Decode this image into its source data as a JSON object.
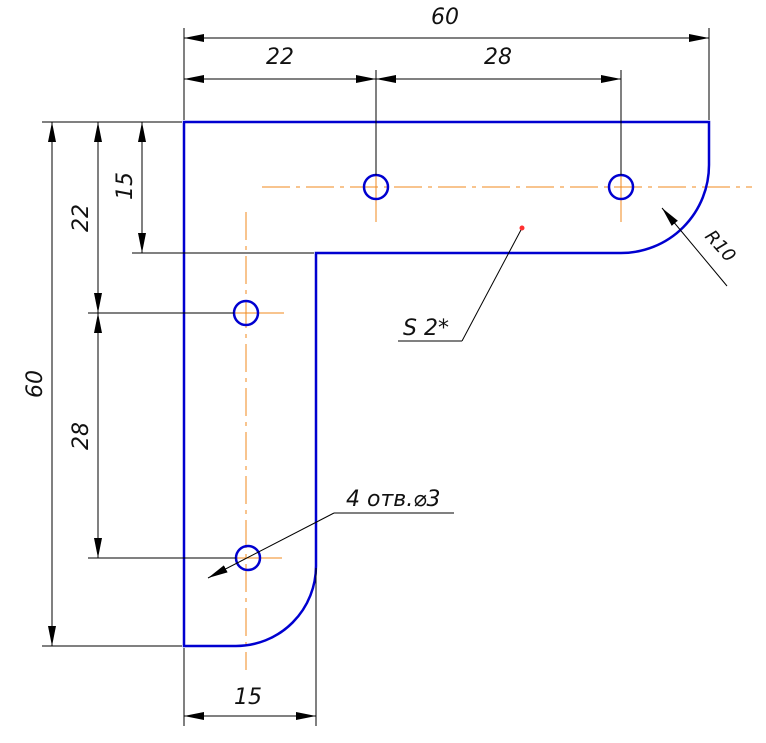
{
  "colors": {
    "outline": "#0000d0",
    "centerline": "#f08a1e",
    "dimension": "#000000",
    "marker": "#ff3030"
  },
  "dimensions": {
    "overall_width": "60",
    "left_to_hole": "22",
    "hole_spacing_horizontal": "28",
    "overall_height": "60",
    "top_to_hole": "22",
    "hole_spacing_vertical": "28",
    "leg_thickness_top": "15",
    "leg_width_bottom": "15",
    "radius": "R10"
  },
  "annotations": {
    "thickness": "S 2*",
    "holes": "4 отв.⌀3"
  }
}
